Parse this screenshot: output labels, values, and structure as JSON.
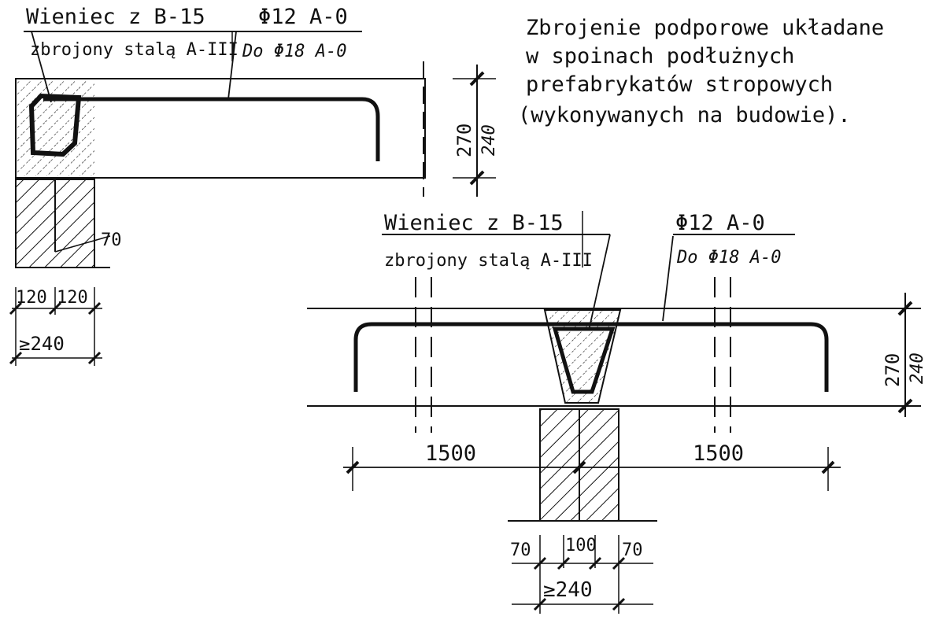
{
  "note": {
    "lines": [
      "Zbrojenie podporowe układane",
      "w spoinach podłużnych",
      "prefabrykatów stropowych",
      "(wykonywanych na budowie)."
    ]
  },
  "left_detail": {
    "ring_beam_label": "Wieniec z B-15",
    "ring_beam_rebar_label": "zbrojony stalą A-III",
    "bar_label": "Φ12 A-0",
    "bar_alt_label": "Do Φ18 A-0",
    "height_total": "270",
    "height_slab": "240",
    "dim_70": "70",
    "dim_120_a": "120",
    "dim_120_b": "120",
    "dim_min_wall": "≥240"
  },
  "right_detail": {
    "ring_beam_label": "Wieniec z B-15",
    "ring_beam_rebar_label": "zbrojony stalą A-III",
    "bar_label": "Φ12 A-0",
    "bar_alt_label": "Do Φ18 A-0",
    "height_total": "270",
    "height_slab": "240",
    "span_left": "1500",
    "span_right": "1500",
    "dim_70_left": "70",
    "dim_100": "100",
    "dim_70_right": "70",
    "dim_min_wall": "≥240"
  }
}
